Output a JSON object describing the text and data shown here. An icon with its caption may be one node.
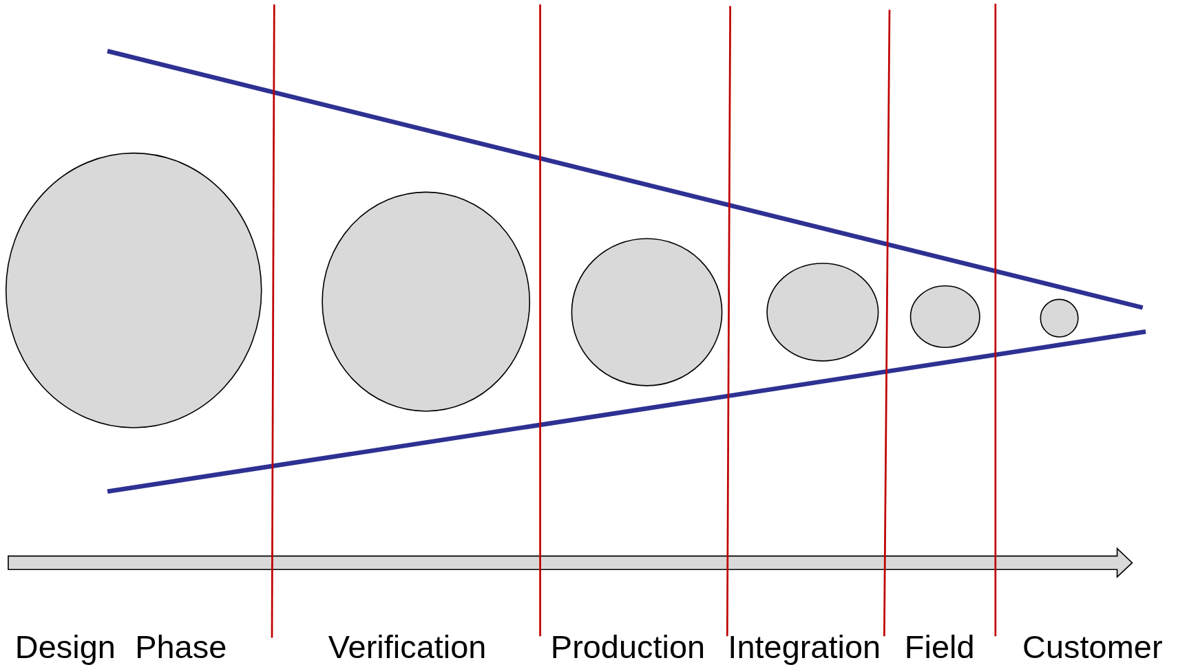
{
  "diagram": {
    "nodes": [
      {
        "text": [],
        "shape": "circle"
      },
      {
        "text": [],
        "shape": "circle"
      },
      {
        "text": [],
        "shape": "circle"
      },
      {
        "text": [],
        "shape": "circle"
      },
      {
        "text": [],
        "shape": "circle"
      },
      {
        "text": [],
        "shape": "circle"
      }
    ],
    "labels": [
      "Design Phase",
      "Verification",
      "Production",
      "Integration",
      "Field",
      "Customer"
    ]
  }
}
